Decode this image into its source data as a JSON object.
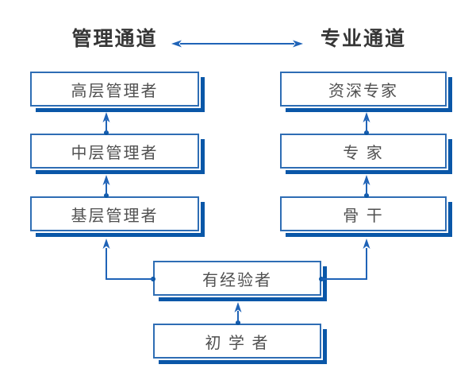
{
  "diagram": {
    "type": "dual-career-ladder-flowchart",
    "channels": {
      "management": {
        "title": "管理通道",
        "levels": [
          "高层管理者",
          "中层管理者",
          "基层管理者"
        ]
      },
      "professional": {
        "title": "专业通道",
        "levels": [
          "资深专家",
          "专 家",
          "骨 干"
        ]
      }
    },
    "base_levels": {
      "experienced": "有经验者",
      "beginner": "初 学 者"
    },
    "colors": {
      "box_border": "#2e6db4",
      "box_shadow": "#0a57a8",
      "arrow": "#1f63b7",
      "joint_dot": "#0c57a7",
      "title_text": "#363636",
      "label_text": "#505050",
      "background": "#ffffff"
    }
  }
}
